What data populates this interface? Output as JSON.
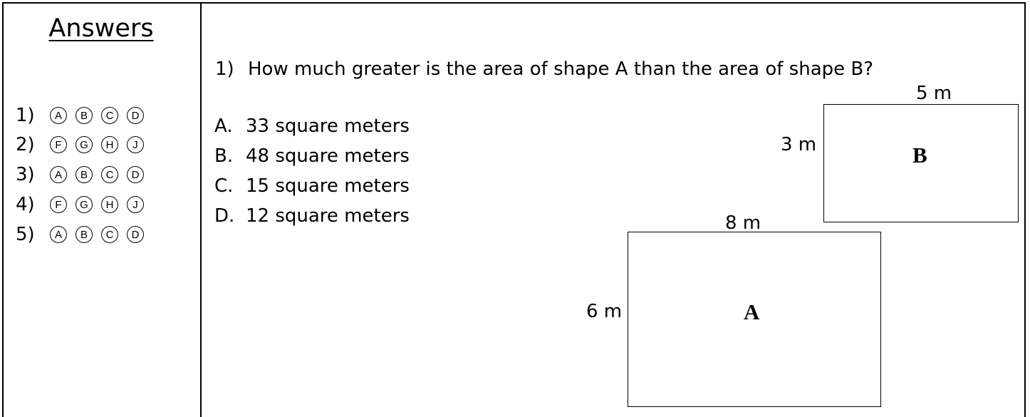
{
  "answers": {
    "title": "Answers",
    "rows": [
      {
        "number": "1)",
        "options": [
          "A",
          "B",
          "C",
          "D"
        ]
      },
      {
        "number": "2)",
        "options": [
          "F",
          "G",
          "H",
          "J"
        ]
      },
      {
        "number": "3)",
        "options": [
          "A",
          "B",
          "C",
          "D"
        ]
      },
      {
        "number": "4)",
        "options": [
          "F",
          "G",
          "H",
          "J"
        ]
      },
      {
        "number": "5)",
        "options": [
          "A",
          "B",
          "C",
          "D"
        ]
      }
    ]
  },
  "question": {
    "number": "1)",
    "text": "How much greater is the area of shape A than the area of shape B?",
    "choices": [
      {
        "letter": "A.",
        "text": "33 square meters"
      },
      {
        "letter": "B.",
        "text": "48 square meters"
      },
      {
        "letter": "C.",
        "text": "15 square meters"
      },
      {
        "letter": "D.",
        "text": "12 square meters"
      }
    ]
  },
  "figures": {
    "shape_a": {
      "label": "A",
      "width_label": "8 m",
      "height_label": "6 m"
    },
    "shape_b": {
      "label": "B",
      "width_label": "5 m",
      "height_label": "3 m"
    }
  }
}
